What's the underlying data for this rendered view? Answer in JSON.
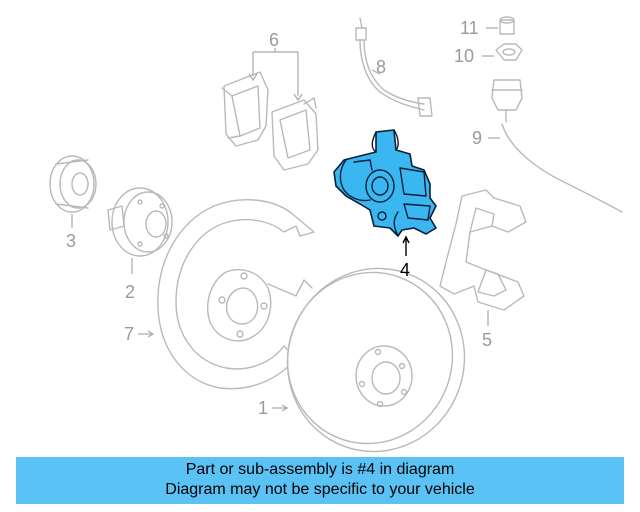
{
  "callouts": {
    "c1": "1",
    "c2": "2",
    "c3": "3",
    "c4": "4",
    "c5": "5",
    "c6": "6",
    "c7": "7",
    "c8": "8",
    "c9": "9",
    "c10": "10",
    "c11": "11"
  },
  "highlighted_part": "4",
  "colors": {
    "highlight": "#3ab7f0",
    "banner": "#5bc2f5",
    "part_lines": "#b9b9b9"
  },
  "banner": {
    "line1": "Part or sub-assembly is #4 in diagram",
    "line2": "Diagram may not be specific to your vehicle"
  }
}
